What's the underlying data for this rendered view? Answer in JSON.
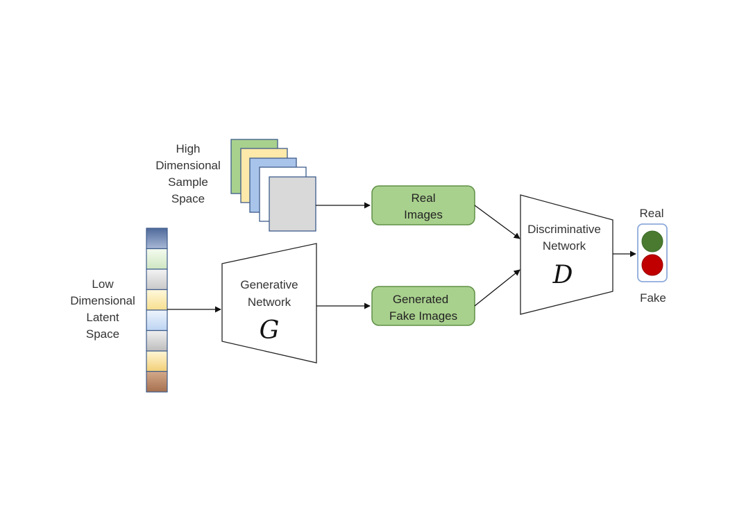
{
  "colors": {
    "green_box": "#a9d18e",
    "green_box_border": "#5f8f45",
    "light_green": "#d9ead3",
    "yellow": "#fde9a9",
    "blue": "#a9c4ea",
    "grey": "#d9d9d9",
    "navy": "#6f86b0",
    "brown": "#b88466",
    "real_dot": "#4a7a30",
    "fake_dot": "#c00000"
  },
  "sample_space": {
    "label_lines": [
      "High",
      "Dimensional",
      "Sample",
      "Space"
    ]
  },
  "latent_space": {
    "label_lines": [
      "Low",
      "Dimensional",
      "Latent",
      "Space"
    ]
  },
  "generator": {
    "label_lines": [
      "Generative",
      "Network"
    ],
    "symbol": "G"
  },
  "discriminator": {
    "label_lines": [
      "Discriminative",
      "Network"
    ],
    "symbol": "D"
  },
  "boxes": {
    "real_images": [
      "Real",
      "Images"
    ],
    "fake_images": [
      "Generated",
      "Fake Images"
    ]
  },
  "output": {
    "real_label": "Real",
    "fake_label": "Fake"
  }
}
